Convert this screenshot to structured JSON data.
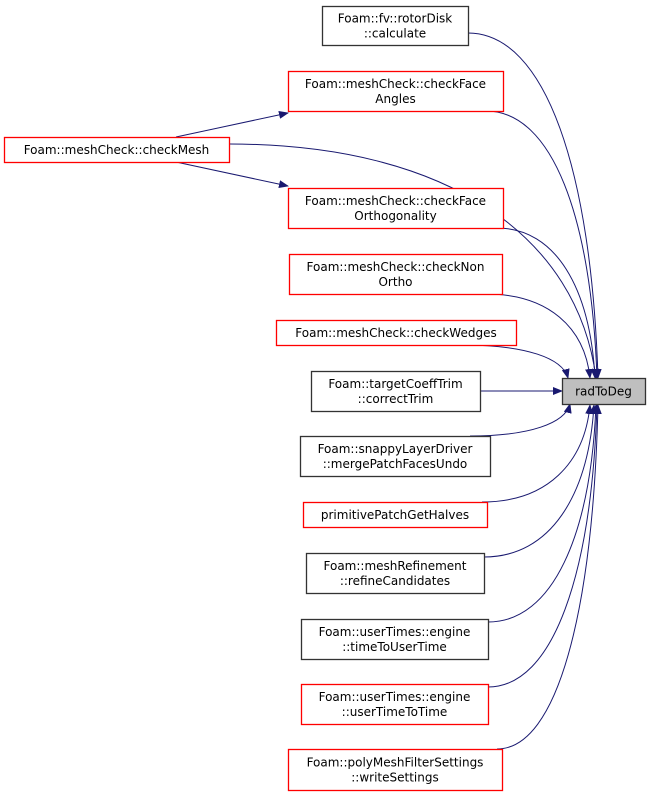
{
  "graph": {
    "target": {
      "id": "radToDeg",
      "lines": [
        "radToDeg"
      ]
    },
    "nodes": [
      {
        "id": "rotorDisk",
        "lines": [
          "Foam::fv::rotorDisk",
          "::calculate"
        ],
        "border": "black"
      },
      {
        "id": "checkFaceAngles",
        "lines": [
          "Foam::meshCheck::checkFace",
          "Angles"
        ],
        "border": "red"
      },
      {
        "id": "checkMesh",
        "lines": [
          "Foam::meshCheck::checkMesh"
        ],
        "border": "red"
      },
      {
        "id": "checkFaceOrthogonality",
        "lines": [
          "Foam::meshCheck::checkFace",
          "Orthogonality"
        ],
        "border": "red"
      },
      {
        "id": "checkNonOrtho",
        "lines": [
          "Foam::meshCheck::checkNon",
          "Ortho"
        ],
        "border": "red"
      },
      {
        "id": "checkWedges",
        "lines": [
          "Foam::meshCheck::checkWedges"
        ],
        "border": "red"
      },
      {
        "id": "correctTrim",
        "lines": [
          "Foam::targetCoeffTrim",
          "::correctTrim"
        ],
        "border": "black"
      },
      {
        "id": "mergePatchFacesUndo",
        "lines": [
          "Foam::snappyLayerDriver",
          "::mergePatchFacesUndo"
        ],
        "border": "black"
      },
      {
        "id": "primitivePatchGetHalves",
        "lines": [
          "primitivePatchGetHalves"
        ],
        "border": "red"
      },
      {
        "id": "refineCandidates",
        "lines": [
          "Foam::meshRefinement",
          "::refineCandidates"
        ],
        "border": "black"
      },
      {
        "id": "timeToUserTime",
        "lines": [
          "Foam::userTimes::engine",
          "::timeToUserTime"
        ],
        "border": "black"
      },
      {
        "id": "userTimeToTime",
        "lines": [
          "Foam::userTimes::engine",
          "::userTimeToTime"
        ],
        "border": "red"
      },
      {
        "id": "writeSettings",
        "lines": [
          "Foam::polyMeshFilterSettings",
          "::writeSettings"
        ],
        "border": "red"
      }
    ],
    "edges": [
      {
        "from": "rotorDisk",
        "to": "radToDeg"
      },
      {
        "from": "checkFaceAngles",
        "to": "radToDeg"
      },
      {
        "from": "checkMesh",
        "to": "radToDeg"
      },
      {
        "from": "checkMesh",
        "to": "checkFaceAngles"
      },
      {
        "from": "checkMesh",
        "to": "checkFaceOrthogonality"
      },
      {
        "from": "checkFaceOrthogonality",
        "to": "radToDeg"
      },
      {
        "from": "checkNonOrtho",
        "to": "radToDeg"
      },
      {
        "from": "checkWedges",
        "to": "radToDeg"
      },
      {
        "from": "correctTrim",
        "to": "radToDeg"
      },
      {
        "from": "mergePatchFacesUndo",
        "to": "radToDeg"
      },
      {
        "from": "primitivePatchGetHalves",
        "to": "radToDeg"
      },
      {
        "from": "refineCandidates",
        "to": "radToDeg"
      },
      {
        "from": "timeToUserTime",
        "to": "radToDeg"
      },
      {
        "from": "userTimeToTime",
        "to": "radToDeg"
      },
      {
        "from": "writeSettings",
        "to": "radToDeg"
      }
    ],
    "colors": {
      "edge": "#191970",
      "red": "#ff0000",
      "black": "#333333",
      "target_fill": "#bfbfbf"
    }
  }
}
